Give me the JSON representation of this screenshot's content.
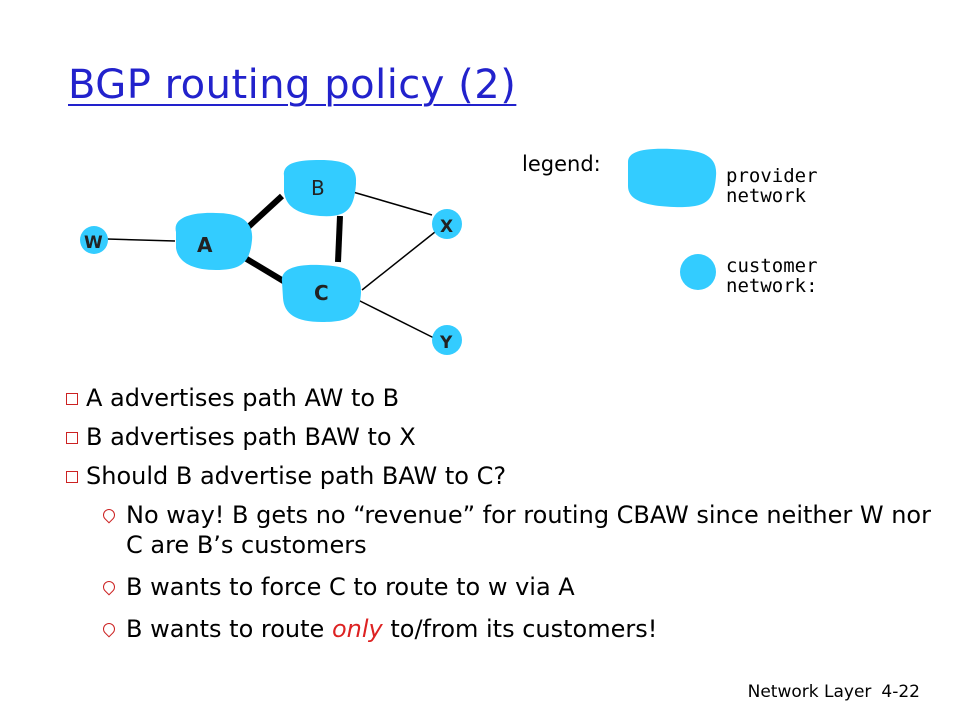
{
  "title": "BGP routing policy (2)",
  "diagram": {
    "nodes": {
      "A": "A",
      "B": "B",
      "C": "C",
      "W": "W",
      "X": "X",
      "Y": "Y"
    },
    "colors": {
      "network": "#33ccff",
      "edge": "#000000"
    }
  },
  "legend": {
    "title": "legend:",
    "provider": "provider network",
    "provider_line1": "provider",
    "provider_line2": "network",
    "customer_line1": "customer",
    "customer_line2": "network:"
  },
  "bullets": [
    {
      "text": "A advertises path AW  to B"
    },
    {
      "text": "B advertises path BAW to X"
    },
    {
      "text": "Should B advertise path BAW to C?"
    }
  ],
  "sub_bullets": [
    {
      "text": "No way! B gets no “revenue” for routing CBAW since neither W nor C are B’s customers"
    },
    {
      "text": "B wants to force C to route to w via A"
    },
    {
      "before": "B wants to route ",
      "emph": "only",
      "after": " to/from its customers!"
    }
  ],
  "footer": {
    "section": "Network Layer",
    "page": "4-22"
  }
}
